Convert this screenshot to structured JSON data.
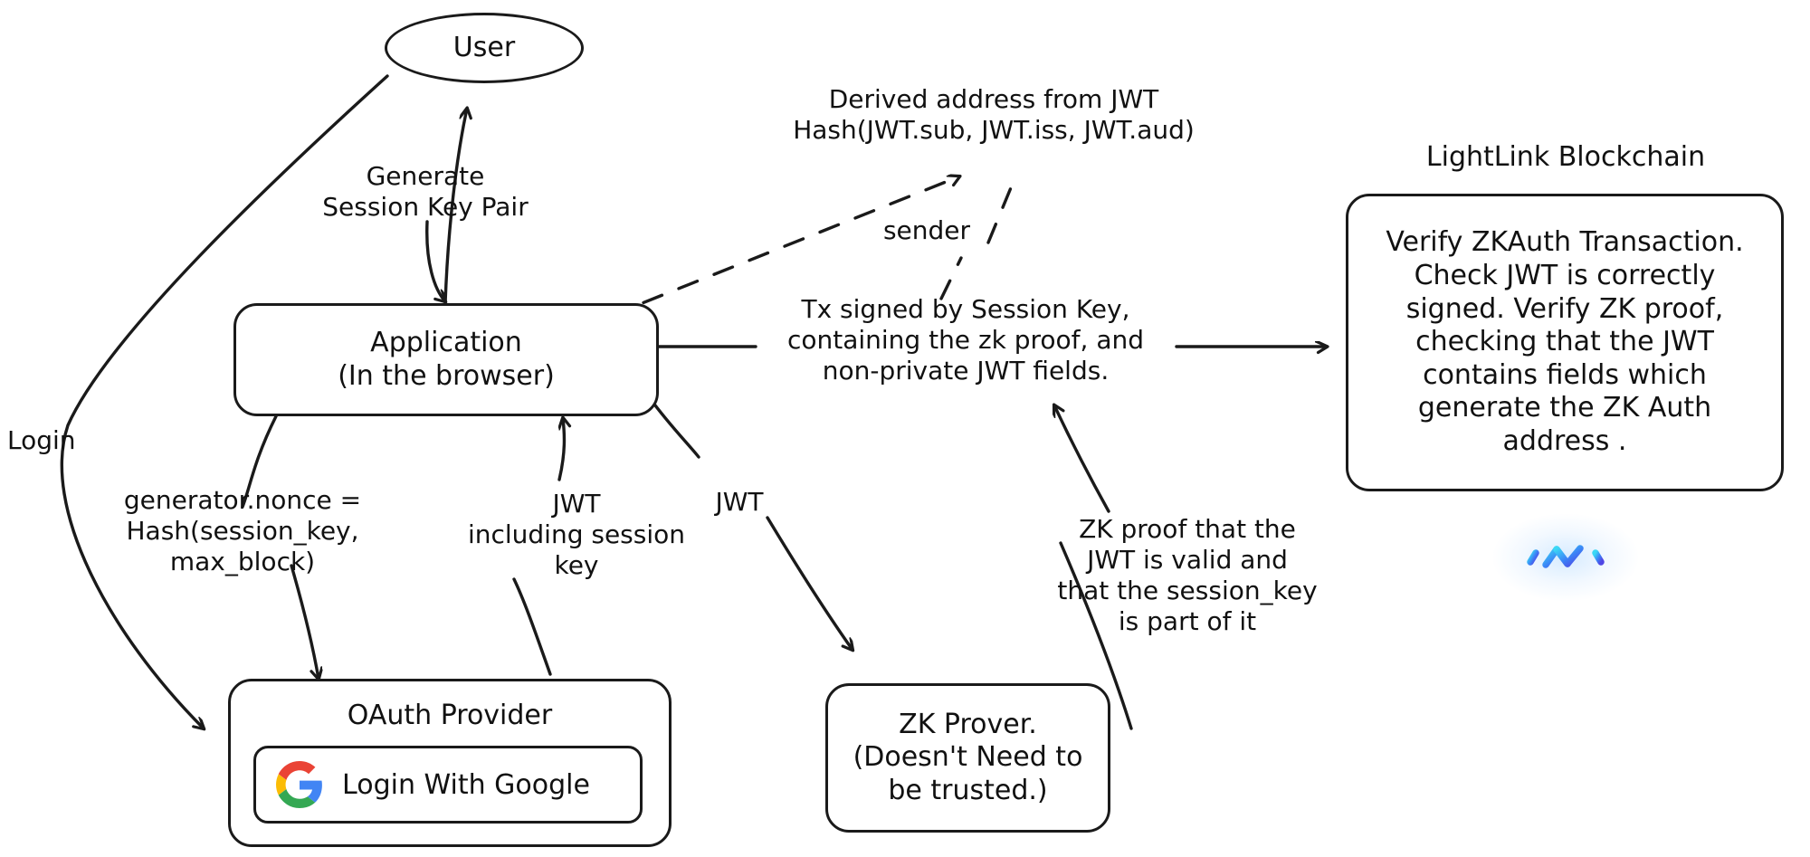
{
  "diagram": {
    "title": "ZKAuth login and transaction flow",
    "colors": {
      "ink": "#1a1a1a",
      "paper": "#ffffff",
      "logo_cyan": "#3ad8f5",
      "logo_blue": "#3b82f6",
      "logo_indigo": "#4f46e5",
      "google_red": "#EA4335",
      "google_yellow": "#FBBC05",
      "google_green": "#34A853",
      "google_blue": "#4285F4"
    }
  },
  "nodes": {
    "user": {
      "label": "User"
    },
    "application": {
      "label": "Application\n(In the browser)"
    },
    "oauth_provider": {
      "title": "OAuth Provider",
      "button_label": "Login With Google",
      "button_icon": "google-g-icon"
    },
    "zk_prover": {
      "label": "ZK Prover.\n(Doesn't Need to\nbe trusted.)"
    },
    "lightlink": {
      "title": "LightLink Blockchain",
      "body": "Verify ZKAuth Transaction.\nCheck JWT is correctly\nsigned. Verify ZK proof,\nchecking that the JWT\ncontains fields which\ngenerate the ZK Auth\naddress .",
      "logo_icon": "lightlink-logo-icon"
    }
  },
  "edge_labels": {
    "generate_session_key_pair": "Generate\nSession Key Pair",
    "login": "Login",
    "generator_nonce": "generator.nonce =\nHash(session_key,\nmax_block)",
    "jwt_including_session_key": "JWT\nincluding session\nkey",
    "jwt_to_prover": "JWT",
    "derived_address": "Derived address from JWT\nHash(JWT.sub, JWT.iss, JWT.aud)",
    "sender": "sender",
    "tx_signed": "Tx signed by Session Key,\ncontaining the zk proof, and\nnon-private JWT fields.",
    "zk_proof": "ZK proof that the\nJWT is valid and\nthat the session_key\nis part of it"
  }
}
